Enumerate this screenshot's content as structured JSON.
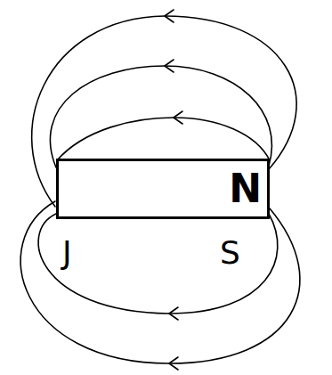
{
  "diagram": {
    "nodes": [
      {
        "text": [
          "N"
        ]
      }
    ],
    "labels": [
      "J",
      "S"
    ]
  }
}
